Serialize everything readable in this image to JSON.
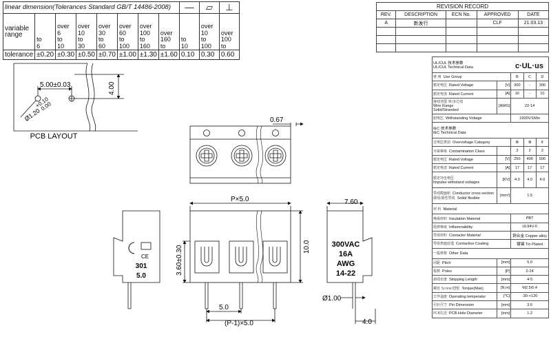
{
  "tolerance": {
    "title": "linear dimension(Tolerances Standard GB/T 14486-2008)",
    "symbols": [
      "—",
      "▱",
      "⊥"
    ],
    "row_label": "variable range",
    "columns": [
      {
        "line1": "",
        "line2": "",
        "line3": "to",
        "line4": "6"
      },
      {
        "line1": "over",
        "line2": "6",
        "line3": "to",
        "line4": "10"
      },
      {
        "line1": "over",
        "line2": "10",
        "line3": "to",
        "line4": "30"
      },
      {
        "line1": "over",
        "line2": "30",
        "line3": "to",
        "line4": "60"
      },
      {
        "line1": "over",
        "line2": "60",
        "line3": "to",
        "line4": "100"
      },
      {
        "line1": "over",
        "line2": "100",
        "line3": "to",
        "line4": "160"
      },
      {
        "line1": "over",
        "line2": "160",
        "line3": "to",
        "line4": ""
      },
      {
        "line1": "",
        "line2": "",
        "line3": "to",
        "line4": "10"
      },
      {
        "line1": "over",
        "line2": "10",
        "line3": "to",
        "line4": "100"
      },
      {
        "line1": "over",
        "line2": "100",
        "line3": "to",
        "line4": ""
      }
    ],
    "tol_label": "tolerance",
    "values": [
      "±0.20",
      "±0.30",
      "±0.50",
      "±0.70",
      "±1.00",
      "±1.30",
      "±1.60",
      "0.10",
      "0.30",
      "0.60"
    ]
  },
  "revision": {
    "title": "REVISION RECORD",
    "headers": [
      "REV.",
      "DESCRIPTION",
      "ECN No.",
      "APPROVED",
      "DATE"
    ],
    "rows": [
      [
        "A",
        "新发行",
        "",
        "CLF",
        "21.03.13"
      ],
      [
        "",
        "",
        "",
        "",
        ""
      ],
      [
        "",
        "",
        "",
        "",
        ""
      ],
      [
        "",
        "",
        "",
        "",
        ""
      ]
    ]
  },
  "spec": {
    "ul_cn": "UL/CUL  技术参数",
    "ul_en": "UL/CUL  Technical Data",
    "ul_logo": "c·UL·us",
    "use_group": {
      "cn": "使 用",
      "en": "Use Group",
      "b": "B",
      "c": "C",
      "d": "D"
    },
    "ul_rows": [
      {
        "cn": "额定电压",
        "en": "Rated Voltage",
        "unit": "[V]",
        "b": "300",
        "c": "-",
        "d": "300"
      },
      {
        "cn": "额定电流",
        "en": "Rated Current",
        "unit": "[A]",
        "b": "16",
        "c": "-",
        "d": "10"
      }
    ],
    "wire": {
      "cn": "接线范围 单/多芯线",
      "en1": "Wire Range",
      "en2": "Solid/Stranded",
      "unit": "[AWG]",
      "val": "22-14"
    },
    "withstand": {
      "cn": "耐电压",
      "en": "Withstanding Voltage",
      "val": "1600V/1Min"
    },
    "iec_cn": "IEC  技术参数",
    "iec_en": "IEC  Technical Data",
    "iec_hdr": {
      "cn": "过电压类别",
      "en": "Overvoltage Category",
      "a": "Ⅲ",
      "b": "Ⅲ",
      "c": "Ⅱ"
    },
    "iec_rows": [
      {
        "cn": "污染等级",
        "en": "Contamination Class",
        "unit": "",
        "a": "3",
        "b": "2",
        "c": "2"
      },
      {
        "cn": "额定电压",
        "en": "Rated Voltage",
        "unit": "[V]",
        "a": "250",
        "b": "400",
        "c": "500"
      },
      {
        "cn": "额定电流",
        "en": "Rated Current",
        "unit": "[A]",
        "a": "17",
        "b": "17",
        "c": "17"
      }
    ],
    "impulse": {
      "cn": "额定冲击电压",
      "en": "Impulse withstand voltages",
      "unit": "[KV]",
      "a": "4.0",
      "b": "4.0",
      "c": "4.0"
    },
    "cross": {
      "cn": "导线截面积",
      "en1": "Conductor cross section",
      "cn2": "硬线/柔性导线",
      "en2": "Solid/ flexible",
      "unit": "[mm²]",
      "val": "1.5"
    },
    "material": {
      "cn": "材 料",
      "en": "Material"
    },
    "mat_rows": [
      {
        "cn": "绝缘材料",
        "en": "Insulation Material",
        "val": "PBT"
      },
      {
        "cn": "阻燃等级",
        "en": "Inflammability",
        "val": "UL94V-0"
      },
      {
        "cn": "导体材料",
        "en": "Contactor Material",
        "val": "铜合金  Copper alloy"
      },
      {
        "cn": "导体表面处理",
        "en": "Contactive Coating",
        "val": "镀锡  Tin Plated"
      }
    ],
    "other": {
      "cn": "一般参数",
      "en": "Other Data"
    },
    "other_rows": [
      {
        "cn": "间距",
        "en": "Pitch",
        "unit": "[mm]",
        "val": "5.0"
      },
      {
        "cn": "极数",
        "en": "Poles",
        "unit": "[P]",
        "val": "2-24"
      },
      {
        "cn": "剥线长度",
        "en": "Stripping Length",
        "unit": "[mm]",
        "val": "4-5"
      },
      {
        "cn": "螺丝 Screw/扭矩",
        "en": "Torque(Max)",
        "unit": "[N.m]",
        "val": "M2.5/0.4"
      },
      {
        "cn": "工作温度",
        "en": "Operating temperatur",
        "unit": "[℃]",
        "val": "-30-+120"
      },
      {
        "cn": "引针尺寸",
        "en": "Pin Dimension",
        "unit": "[mm]",
        "val": "3.6"
      },
      {
        "cn": "PCB孔径",
        "en": "PCB Hole Diameter",
        "unit": "[mm]",
        "val": "1.2"
      }
    ]
  },
  "drawing": {
    "pcb_layout_label": "PCB LAYOUT",
    "dim_pitch_tol": "5.00±0.03",
    "dim_hole": "Ø1.20",
    "dim_hole_tol_plus": "+0.10",
    "dim_hole_tol_minus": "0.00",
    "dim_pcb_height": "4.00",
    "dim_top": "0.67",
    "dim_px": "P×5.0",
    "dim_width": "7.60",
    "dim_height": "10.0",
    "dim_pin": "3.60±0.30",
    "dim_5": "5.0",
    "dim_p1": "(P-1)×5.0",
    "dim_pin_dia": "Ø1.00",
    "dim_side": "4.0",
    "side_marks": [
      "300VAC",
      "16A",
      "AWG",
      "14-22"
    ],
    "left_marks": [
      "CE",
      "301",
      "5.0"
    ]
  }
}
